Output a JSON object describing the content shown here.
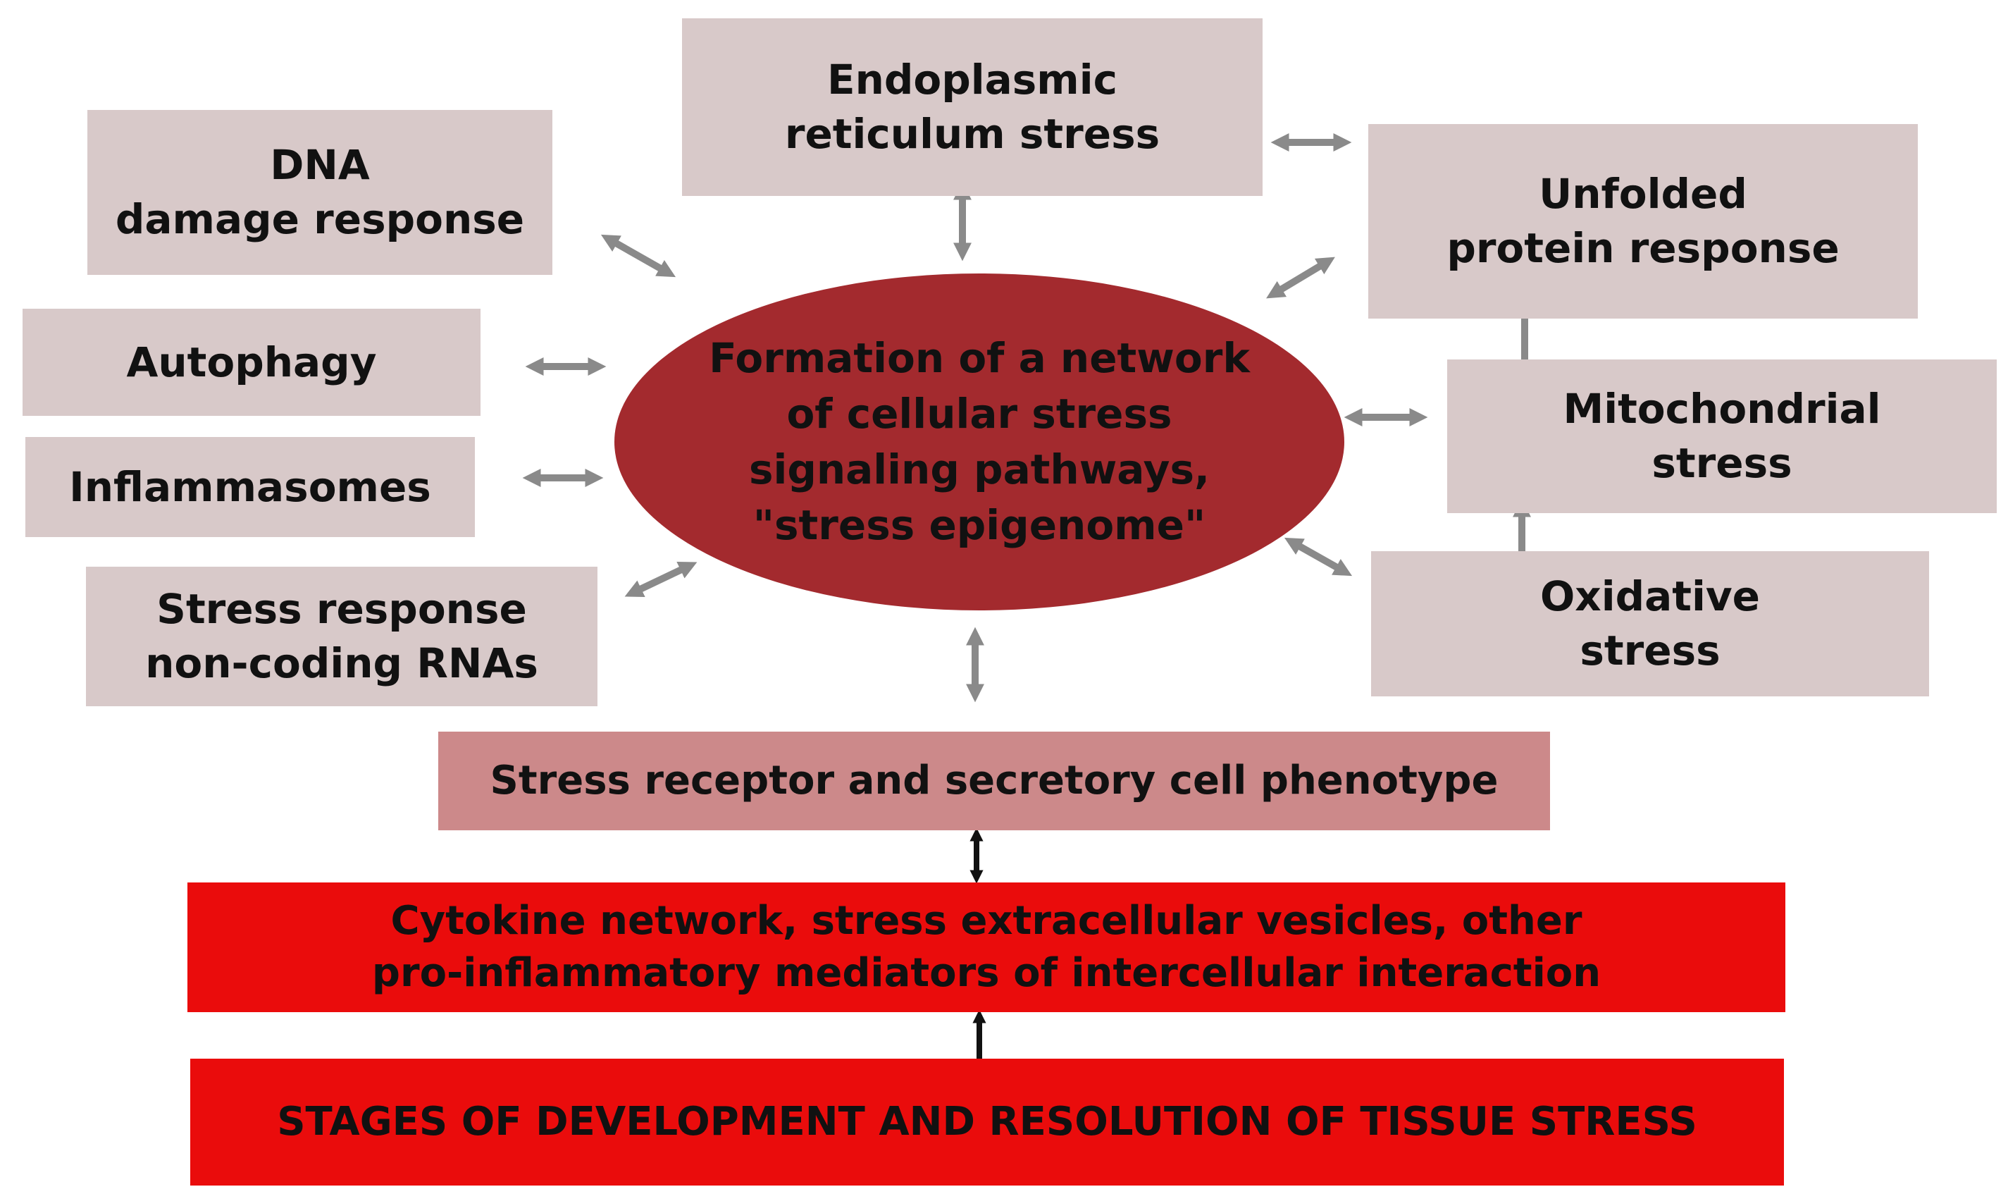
{
  "center": "Formation of a network\nof cellular stress\nsignaling pathways,\n\"stress epigenome\"",
  "boxes": {
    "er": "Endoplasmic\nreticulum stress",
    "dna": "DNA\ndamage response",
    "upr": "Unfolded\nprotein response",
    "autophagy": "Autophagy",
    "inflammasomes": "Inflammasomes",
    "mito": "Mitochondrial\nstress",
    "ncrna": "Stress response\nnon-coding RNAs",
    "oxidative": "Oxidative\nstress",
    "phenotype": "Stress receptor and secretory cell phenotype",
    "cytokine": "Cytokine network, stress extracellular vesicles, other\npro-inflammatory mediators of intercellular interaction",
    "stages": "STAGES OF DEVELOPMENT AND RESOLUTION OF TISSUE STRESS"
  },
  "colors": {
    "box_fill": "#d8c9c9",
    "center_fill": "#a32a2e",
    "phenotype_fill": "#cc898a",
    "red_fill": "#ea0c0c",
    "gray_arrow": "#8a8a8a",
    "black_arrow": "#111111"
  }
}
